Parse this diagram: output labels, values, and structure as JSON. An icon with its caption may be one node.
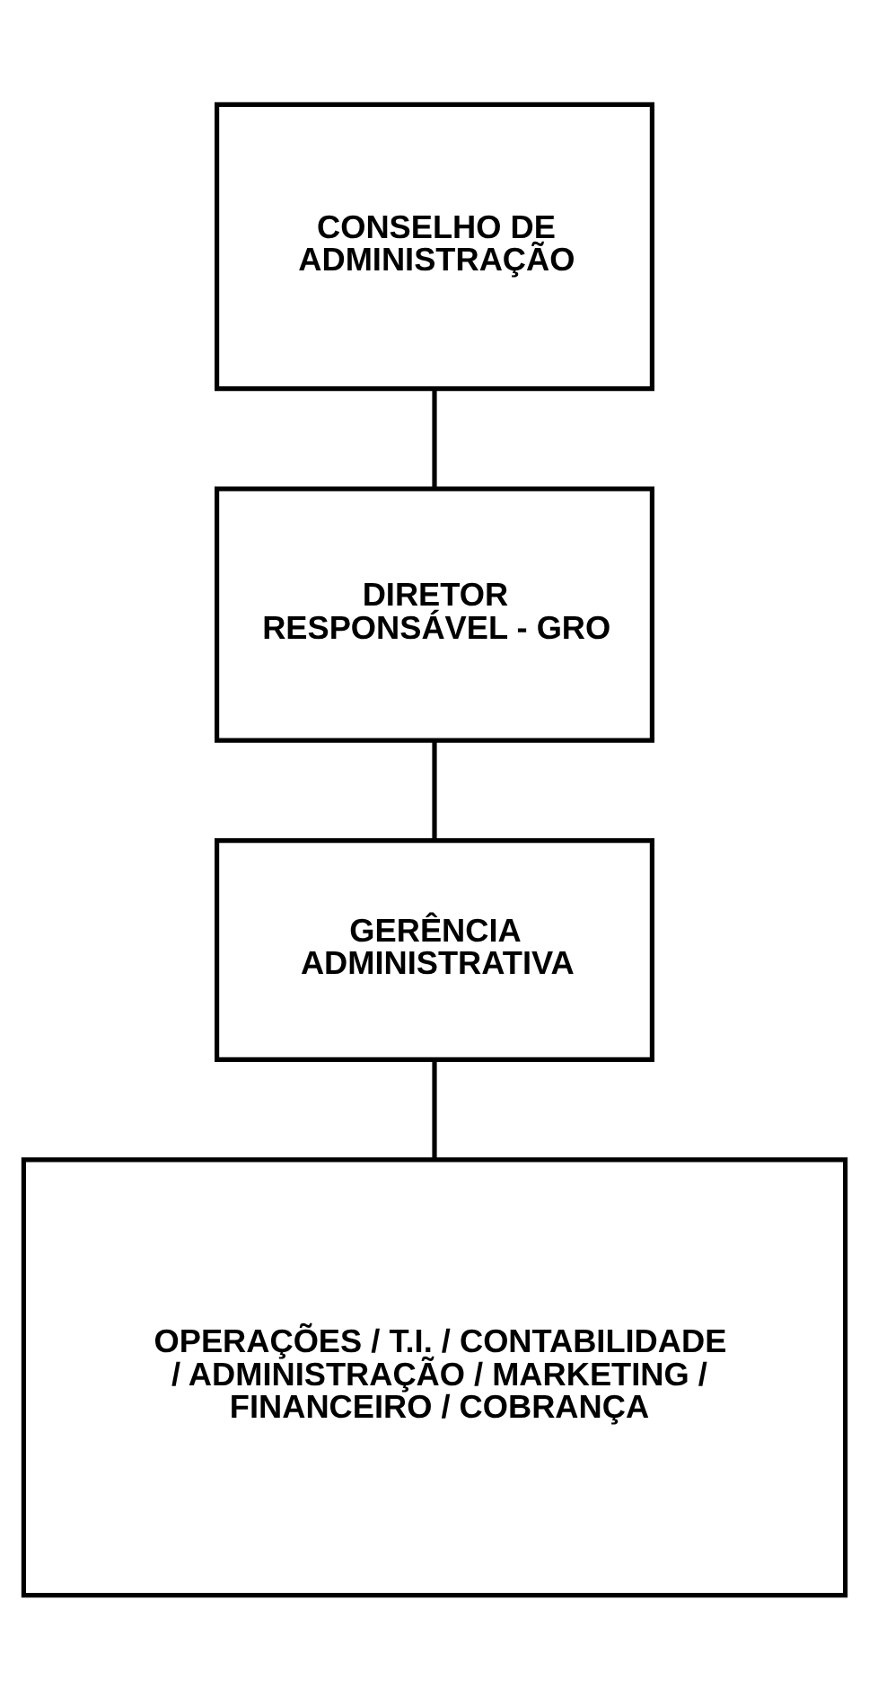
{
  "diagram": {
    "nodes": [
      {
        "text": [
          "CONSELHO DE ADMINISTRAÇÃO"
        ]
      },
      {
        "text": [
          "DIRETOR RESPONSÁVEL - GRO"
        ]
      },
      {
        "text": [
          "GERÊNCIA ADMINISTRATIVA"
        ]
      },
      {
        "text": [
          "OPERAÇÕES / T.I. / CONTABILIDADE / ADMINISTRAÇÃO / MARKETING / FINANCEIRO / COBRANÇA"
        ]
      }
    ],
    "edges": [
      {
        "from": 0,
        "to": 1,
        "arrow": "none"
      },
      {
        "from": 1,
        "to": 2,
        "arrow": "none"
      },
      {
        "from": 2,
        "to": 3,
        "arrow": "none"
      }
    ]
  }
}
